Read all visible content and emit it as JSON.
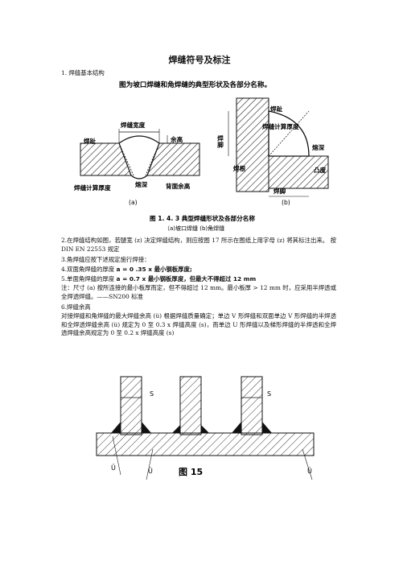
{
  "doc": {
    "title": "焊缝符号及标注",
    "section1": "1.   焊缝基本结构",
    "figure1": {
      "caption_top": "图为坡口焊缝和角焊缝的典型形状及各部分名称。",
      "label_toe_left": "焊趾",
      "label_width": "焊缝宽度",
      "label_reinforcement": "余高",
      "label_calc_thickness_a": "焊缝计算厚度",
      "label_penetration_a": "熔深",
      "label_back_reinforcement": "背面余高",
      "label_toe_b": "焊趾",
      "label_calc_thickness_b": "焊缝计算厚度",
      "label_leg_v": "焊脚",
      "label_penetration_b": "熔深",
      "label_root": "焊根",
      "label_convexity": "凸度",
      "label_leg_h": "焊脚",
      "sub_a": "(a)",
      "sub_b": "(b)",
      "caption_main": "图 1. 4. 3    典型焊缝形状及各部分名称",
      "caption_sub": "（a)坡口焊缝    (b)角焊缝"
    },
    "p2": "2.在焊缝结构如图，若腿宽  (z)  决定焊缝结构，则应按图 17  所示在图纸上用字母  (z)  将其标注出来。   按 DIN EN 22553 规定",
    "p3": "3.角焊缝应按下述规定施行焊接：",
    "p4_pre": "4.双面角焊缝的厚度   ",
    "p4_bold": "a = 0    .35 x  最小钢板厚度;",
    "p5_pre": "5.单面角焊缝的厚度   ",
    "p5_bold": "a = 0.7 x  最小钢板厚度，但最大不得超过  12 mm",
    "note": "注：尺寸  (a)  按所连接的最小板厚而定，但不得超过  12 mm。最小板厚  > 12 mm 时，应采用半焊透或全焊透焊缝。——SN200 标准",
    "p6": "6.焊缝余高",
    "p6_body": "对接焊缝和角焊缝的最大焊缝余高  (ü)  根据焊缝质量确定；单边  V  形焊缝和双面单边  V  形焊缝的半焊透和全焊透焊缝余高  (ü)  规定为  0  至  0.3  x  焊缝高度 (s)，而单边 U  形焊缝以及梯形焊缝的半焊透和全焊透焊缝余高规定为  0  至  0.2 x  焊缝高度  (s)",
    "figure2": {
      "label_s_left": "S",
      "label_s_right": "S",
      "label_u1": "Ü",
      "label_u2": "Ü",
      "label_u3": "Ü",
      "caption": "图 15"
    }
  }
}
